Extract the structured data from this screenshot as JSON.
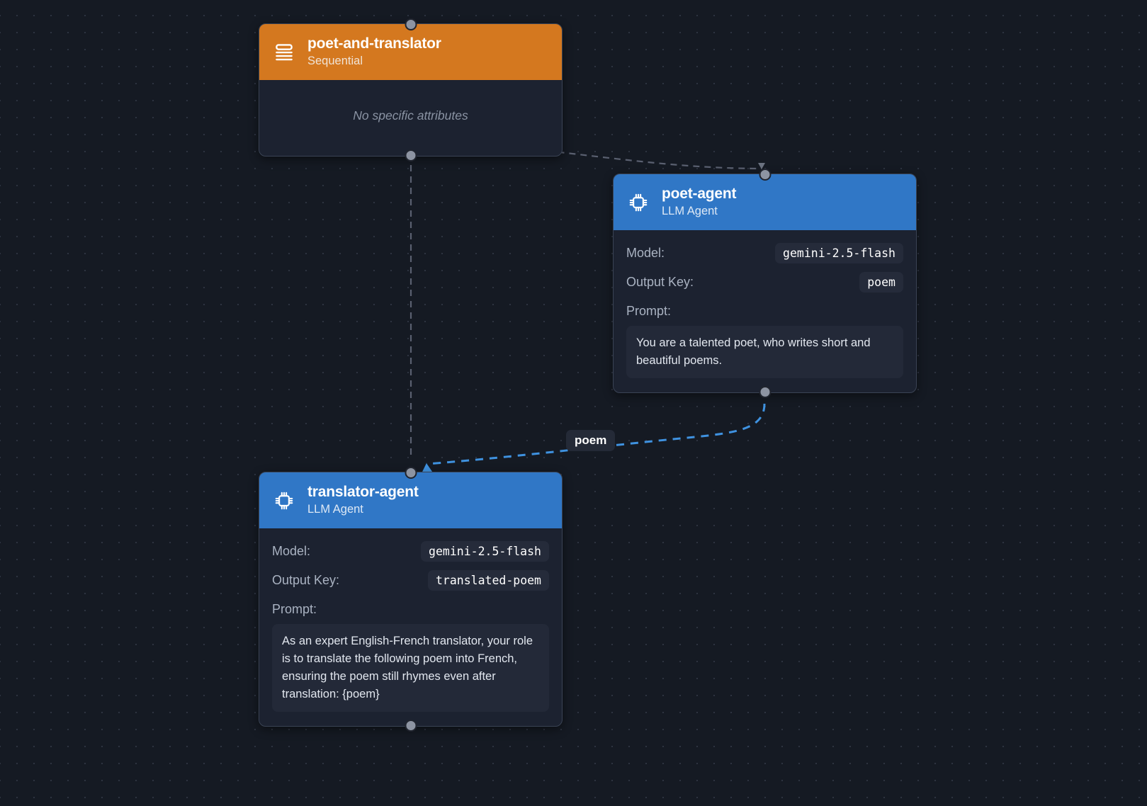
{
  "canvas": {
    "background_color": "#151a23",
    "grid": "dot-grid"
  },
  "colors": {
    "sequential_header": "#d4781f",
    "agent_header": "#3077c6",
    "node_body": "#1c2230",
    "edge_default": "#5a6070",
    "edge_data": "#3f92e0"
  },
  "nodes": [
    {
      "id": "poet-and-translator",
      "title": "poet-and-translator",
      "subtitle": "Sequential",
      "icon": "stack-icon",
      "empty_text": "No specific attributes"
    },
    {
      "id": "poet-agent",
      "title": "poet-agent",
      "subtitle": "LLM Agent",
      "icon": "cpu-chip-icon",
      "attributes": {
        "model_label": "Model:",
        "model_value": "gemini-2.5-flash",
        "output_key_label": "Output Key:",
        "output_key_value": "poem",
        "prompt_label": "Prompt:",
        "prompt_value": "You are a talented poet, who writes short and beautiful poems."
      }
    },
    {
      "id": "translator-agent",
      "title": "translator-agent",
      "subtitle": "LLM Agent",
      "icon": "cpu-chip-icon",
      "attributes": {
        "model_label": "Model:",
        "model_value": "gemini-2.5-flash",
        "output_key_label": "Output Key:",
        "output_key_value": "translated-poem",
        "prompt_label": "Prompt:",
        "prompt_value": "As an expert English-French translator, your role is to translate the following poem into French, ensuring the poem still rhymes even after translation: {poem}"
      }
    }
  ],
  "edges": [
    {
      "id": "sequential-to-poet",
      "from": "poet-and-translator",
      "to": "poet-agent",
      "label": "",
      "style": "dashed",
      "color": "#5a6070"
    },
    {
      "id": "sequential-to-translator",
      "from": "poet-and-translator",
      "to": "translator-agent",
      "label": "",
      "style": "dashed",
      "color": "#5a6070"
    },
    {
      "id": "poet-to-translator",
      "from": "poet-agent",
      "to": "translator-agent",
      "label": "poem",
      "style": "dashed",
      "color": "#3f92e0"
    }
  ]
}
